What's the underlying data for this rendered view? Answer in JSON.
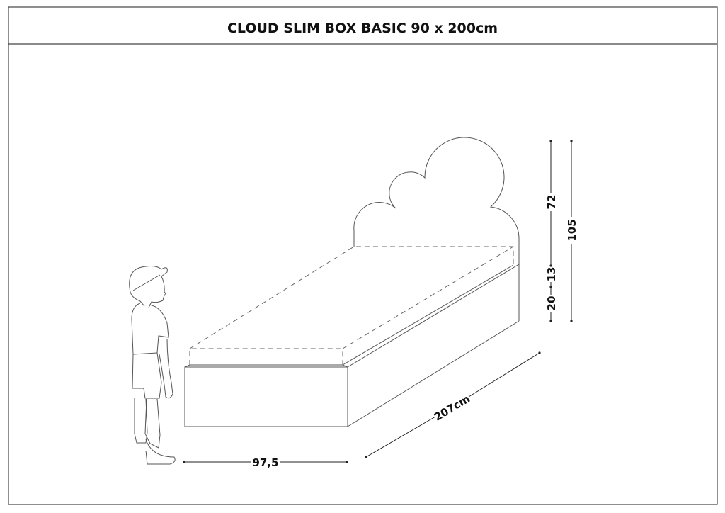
{
  "title": "CLOUD SLIM BOX BASIC 90 x 200cm",
  "dimensions": {
    "headboard_height": "72",
    "mattress_height": "13",
    "base_height": "20",
    "total_height": "105",
    "width": "97,5",
    "length": "207cm"
  },
  "colors": {
    "line": "#555555",
    "text": "#111111",
    "frame": "#444444"
  }
}
